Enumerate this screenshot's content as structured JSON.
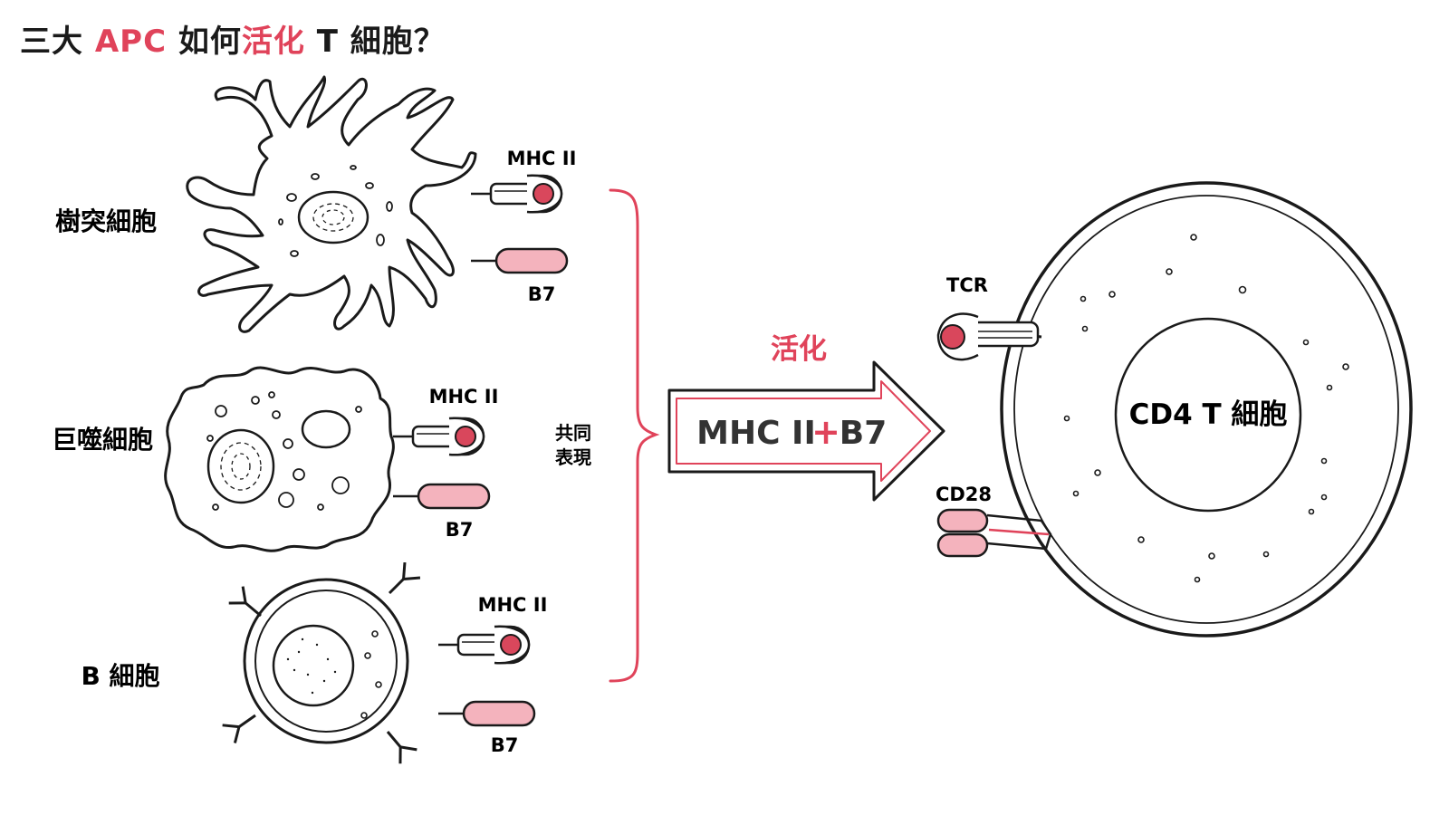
{
  "title": {
    "part1": "三大 ",
    "part2": "APC",
    "part3": " 如何",
    "part4": "活化",
    "part5": " T 細胞？"
  },
  "cells": [
    {
      "name": "樹突細胞",
      "receptor1": "MHC II",
      "receptor2": "B7"
    },
    {
      "name": "巨噬細胞",
      "receptor1": "MHC II",
      "receptor2": "B7"
    },
    {
      "name": "B 細胞",
      "receptor1": "MHC II",
      "receptor2": "B7"
    }
  ],
  "bracket_note": "共同表現",
  "bracket_note_line1": "共同",
  "bracket_note_line2": "表現",
  "activation": {
    "label": "活化",
    "mhc_text": "MHC II",
    "plus": "+",
    "b7_text": "B7"
  },
  "tcell": {
    "name": "CD4 T 細胞",
    "receptor_tcr": "TCR",
    "receptor_cd28": "CD28"
  },
  "colors": {
    "accent": "#e0435a",
    "pink_fill": "#f4b3bd",
    "dot_red": "#d9475c",
    "stroke": "#1a1a1a"
  }
}
